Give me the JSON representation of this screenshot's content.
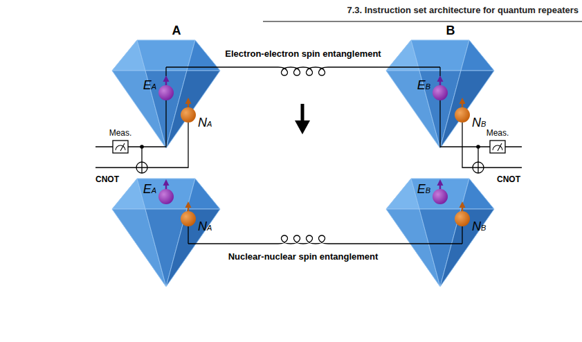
{
  "diagram": {
    "title": "7.3. Instruction set architecture for quantum repeaters",
    "nodes": [
      {
        "text": [
          "A",
          "EA",
          "NA"
        ]
      },
      {
        "text": [
          "B",
          "EB",
          "NB"
        ]
      },
      {
        "text": [
          "EA",
          "NA"
        ]
      },
      {
        "text": [
          "EB",
          "NB"
        ]
      }
    ],
    "edges": [
      {
        "from": 0,
        "to": 1,
        "arrow": "none",
        "label": "Electron-electron spin entanglement"
      },
      {
        "from": 2,
        "to": 3,
        "arrow": "none",
        "label": "Nuclear-nuclear spin entanglement"
      }
    ],
    "labels": [
      "Meas.",
      "Meas.",
      "CNOT",
      "CNOT"
    ]
  }
}
